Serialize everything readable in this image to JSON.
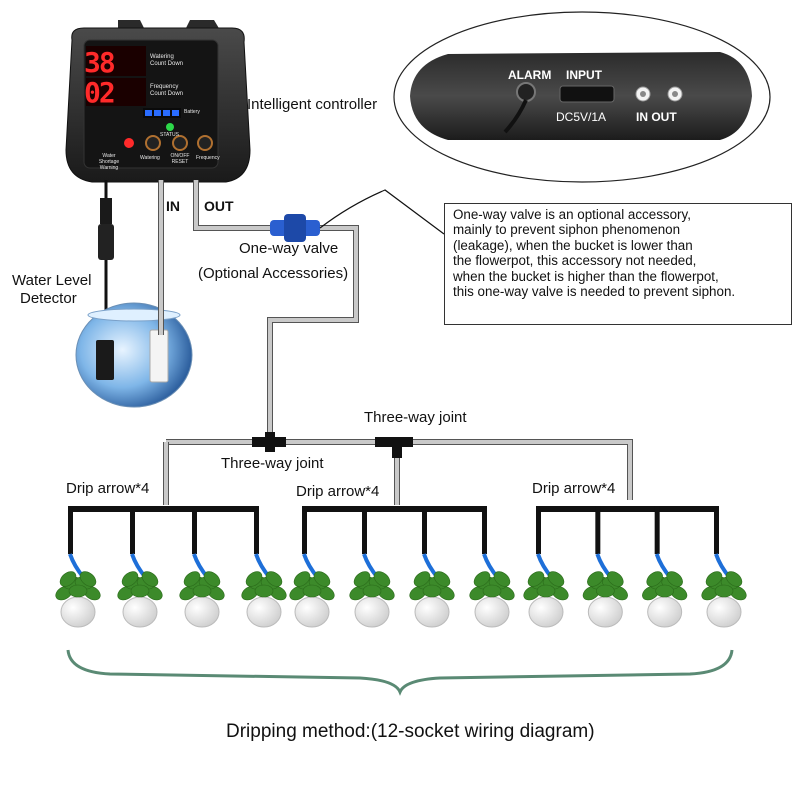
{
  "controller": {
    "title": "Intelligent controller",
    "display_1_digits": "38",
    "display_1_label_1": "Watering",
    "display_1_label_2": "Count Down",
    "display_2_digits": "02",
    "display_2_label_1": "Frequency",
    "display_2_label_2": "Count Down",
    "battery_label": "Battery",
    "status_label": "STATUS",
    "button_labels": [
      "Water Shortage Warning",
      "Watering",
      "ON/OFF RESET",
      "Frequency"
    ],
    "port_in": "IN",
    "port_out": "OUT"
  },
  "inset": {
    "alarm": "ALARM",
    "input": "INPUT",
    "power": "DC5V/1A",
    "in_out": "IN OUT"
  },
  "labels": {
    "water_level": [
      "Water Level",
      "Detector"
    ],
    "one_way_valve": "One-way valve",
    "optional": "(Optional Accessories)",
    "three_way_joint_top": "Three-way joint",
    "three_way_joint_bottom": "Three-way joint",
    "drip_arrows": [
      "Drip arrow*4",
      "Drip arrow*4",
      "Drip arrow*4"
    ]
  },
  "note": {
    "lines": [
      "One-way valve is an optional accessory,",
      "mainly to prevent siphon phenomenon",
      " (leakage), when the bucket is lower than",
      " the flowerpot, this accessory not needed,",
      "when the bucket is higher than the flowerpot,",
      "this one-way valve is needed to prevent siphon."
    ]
  },
  "caption": "Dripping method:(12-socket wiring diagram)",
  "colors": {
    "tube": "#c9c9c9",
    "tube_edge": "#555555",
    "pipe": "#111111",
    "valve": "#2a5fd0",
    "drip_blue": "#1e6fd8",
    "leaf": "#3c8a2a",
    "bracket": "#5a8a74",
    "led_red": "#ff2a2a",
    "led_blue": "#2a6cff",
    "led_green": "#2dd84a"
  },
  "pot_count": 12
}
